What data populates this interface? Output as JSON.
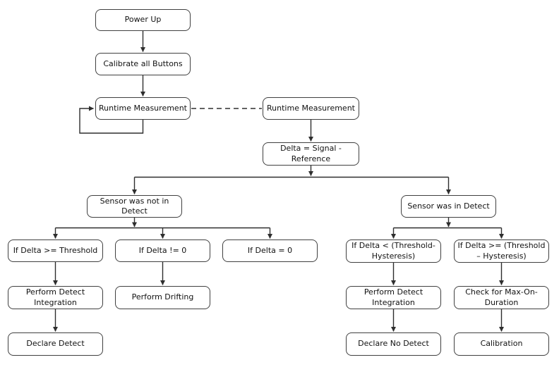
{
  "diagram": {
    "type": "flowchart",
    "colors": {
      "background": "#ffffff",
      "box_fill": "#ffffff",
      "box_border": "#404040",
      "line": "#2e2e2e",
      "text": "#111111"
    },
    "nodes": {
      "power_up": {
        "label": "Power Up"
      },
      "calibrate_all_buttons": {
        "label": "Calibrate all Buttons"
      },
      "runtime_measurement_left": {
        "label": "Runtime Measurement"
      },
      "runtime_measurement_right": {
        "label": "Runtime Measurement"
      },
      "delta_signal_reference": {
        "label": "Delta = Signal -\nReference"
      },
      "sensor_was_not_in_detect": {
        "label": "Sensor was not in\nDetect"
      },
      "sensor_was_in_detect": {
        "label": "Sensor was in Detect"
      },
      "if_delta_ge_threshold": {
        "label": "If Delta >= Threshold"
      },
      "if_delta_ne_0": {
        "label": "If Delta != 0"
      },
      "if_delta_eq_0": {
        "label": "If Delta = 0"
      },
      "if_delta_lt_threshold_hysteresis": {
        "label": "If Delta < (Threshold-\nHysteresis)"
      },
      "if_delta_ge_threshold_hysteresis": {
        "label": "If Delta >= (Threshold\n– Hysteresis)"
      },
      "perform_detect_integration_left": {
        "label": "Perform Detect\nIntegration"
      },
      "perform_drifting": {
        "label": "Perform Drifting"
      },
      "perform_detect_integration_right": {
        "label": "Perform Detect\nIntegration"
      },
      "check_for_max_on_duration": {
        "label": "Check for Max-On-\nDuration"
      },
      "declare_detect": {
        "label": "Declare Detect"
      },
      "declare_no_detect": {
        "label": "Declare No Detect"
      },
      "calibration": {
        "label": "Calibration"
      }
    },
    "edges": [
      {
        "from": "power_up",
        "to": "calibrate_all_buttons",
        "style": "solid-arrow"
      },
      {
        "from": "calibrate_all_buttons",
        "to": "runtime_measurement_left",
        "style": "solid-arrow"
      },
      {
        "from": "runtime_measurement_left",
        "to": "runtime_measurement_left",
        "style": "self-loop-arrow"
      },
      {
        "from": "runtime_measurement_left",
        "to": "runtime_measurement_right",
        "style": "dashed-no-arrow"
      },
      {
        "from": "runtime_measurement_right",
        "to": "delta_signal_reference",
        "style": "solid-arrow"
      },
      {
        "from": "delta_signal_reference",
        "to": "sensor_was_not_in_detect",
        "style": "solid-arrow"
      },
      {
        "from": "delta_signal_reference",
        "to": "sensor_was_in_detect",
        "style": "solid-arrow"
      },
      {
        "from": "sensor_was_not_in_detect",
        "to": "if_delta_ge_threshold",
        "style": "solid-arrow"
      },
      {
        "from": "sensor_was_not_in_detect",
        "to": "if_delta_ne_0",
        "style": "solid-arrow"
      },
      {
        "from": "sensor_was_not_in_detect",
        "to": "if_delta_eq_0",
        "style": "solid-arrow"
      },
      {
        "from": "sensor_was_in_detect",
        "to": "if_delta_lt_threshold_hysteresis",
        "style": "solid-arrow"
      },
      {
        "from": "sensor_was_in_detect",
        "to": "if_delta_ge_threshold_hysteresis",
        "style": "solid-arrow"
      },
      {
        "from": "if_delta_ge_threshold",
        "to": "perform_detect_integration_left",
        "style": "solid-arrow"
      },
      {
        "from": "if_delta_ne_0",
        "to": "perform_drifting",
        "style": "solid-arrow"
      },
      {
        "from": "perform_detect_integration_left",
        "to": "declare_detect",
        "style": "solid-arrow"
      },
      {
        "from": "if_delta_lt_threshold_hysteresis",
        "to": "perform_detect_integration_right",
        "style": "solid-arrow"
      },
      {
        "from": "perform_detect_integration_right",
        "to": "declare_no_detect",
        "style": "solid-arrow"
      },
      {
        "from": "if_delta_ge_threshold_hysteresis",
        "to": "check_for_max_on_duration",
        "style": "solid-arrow"
      },
      {
        "from": "check_for_max_on_duration",
        "to": "calibration",
        "style": "solid-arrow"
      }
    ]
  }
}
